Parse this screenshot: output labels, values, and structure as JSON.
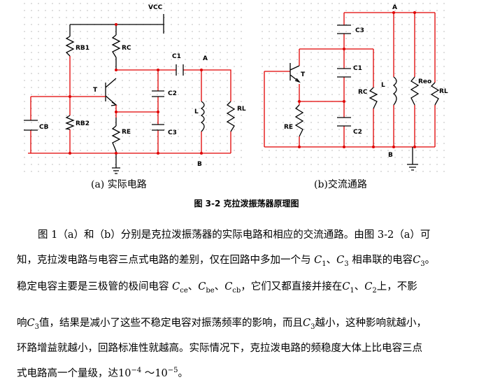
{
  "figure": {
    "caption": "图 3-2 克拉泼振荡器原理图",
    "a": {
      "sublabel": "(a)  实际电路",
      "labels": {
        "vcc": "VCC",
        "rb1": "RB1",
        "rc": "RC",
        "c1": "C1",
        "a": "A",
        "t": "T",
        "c2": "C2",
        "cb": "CB",
        "rb2": "RB2",
        "l": "L",
        "rl": "RL",
        "re": "RE",
        "c3": "C3",
        "b": "B"
      }
    },
    "b": {
      "sublabel": "(b)交流通路",
      "labels": {
        "a": "A",
        "c3": "C3",
        "t": "T",
        "c1": "C1",
        "rc": "RC",
        "l": "L",
        "reo": "Reo",
        "rl": "RL",
        "re": "RE",
        "c2": "C2",
        "b": "B"
      }
    }
  },
  "paragraph": {
    "l1": "图 1（a）和（b）分别是克拉泼振荡器的实际电路和相应的交流通路。由图 3-2（a）可",
    "l2a": "知，克拉泼电路与电容三点式电路的差别，仅在回路中多加一个与 ",
    "l2b": "相串联的电容",
    "l3a": "稳定电容主要是三极管的极间电容 ",
    "l3b": "，它们又都直接并接在",
    "l3c": "上，不影",
    "l4a": "响",
    "l4b": "值，结果是减小了这些不稳定电容对振荡频率的影响，而且",
    "l4c": "越小，这种影响就越小，",
    "l5": "环路增益就越小，回路标准性就越高。实际情况下，克拉泼电路的频稳度大体上比电容三点",
    "l6a": "式电路高一个量级，达",
    "sep_comma": "、",
    "sep_period": "。",
    "sep_tilde": " ～",
    "sym_C": "C",
    "sub_1": "1",
    "sub_2": "2",
    "sub_3": "3",
    "sub_ce": "ce",
    "sub_be": "be",
    "sub_cb": "cb",
    "pow_base": "10",
    "exp_neg4": "−4",
    "exp_neg5": "−5"
  }
}
